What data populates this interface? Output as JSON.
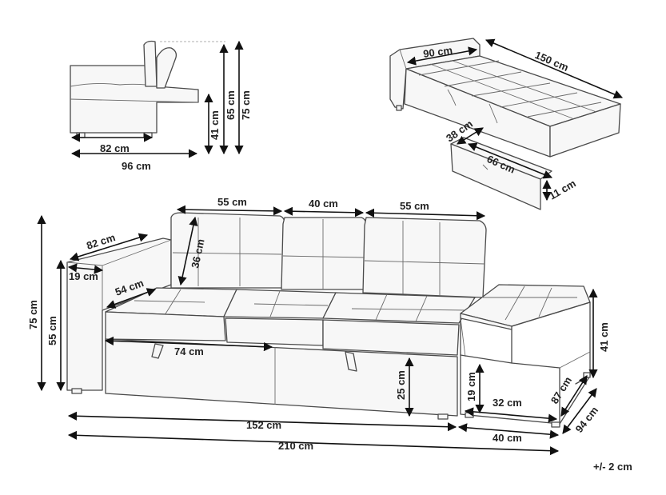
{
  "dimensions": {
    "side_seat_depth": "82 cm",
    "side_total_depth": "96 cm",
    "side_seat_height": "41 cm",
    "side_back_height": "65 cm",
    "side_total_height": "75 cm",
    "bed_width": "90 cm",
    "bed_length": "150 cm",
    "storage_height": "38 cm",
    "storage_width": "66 cm",
    "storage_depth": "11 cm",
    "cushion_left": "55 cm",
    "cushion_middle": "40 cm",
    "cushion_right": "55 cm",
    "depth_front": "82 cm",
    "arm_width": "19 cm",
    "back_height": "36 cm",
    "seat_depth": "54 cm",
    "front_total_height": "75 cm",
    "front_seat_height": "55 cm",
    "storage_length": "74 cm",
    "leg_height": "25 cm",
    "ottoman_height": "41 cm",
    "ottoman_inner_height": "19 cm",
    "ottoman_inner_width": "32 cm",
    "ottoman_inner_depth": "87 cm",
    "ottoman_depth": "94 cm",
    "sofa_length": "152 cm",
    "ottoman_width": "40 cm",
    "total_length": "210 cm"
  },
  "tolerance": "+/- 2 cm",
  "icons": {
    "side_view": "sofa-side-view",
    "bed_view": "sofa-bed-view",
    "front_view": "sofa-front-view"
  }
}
